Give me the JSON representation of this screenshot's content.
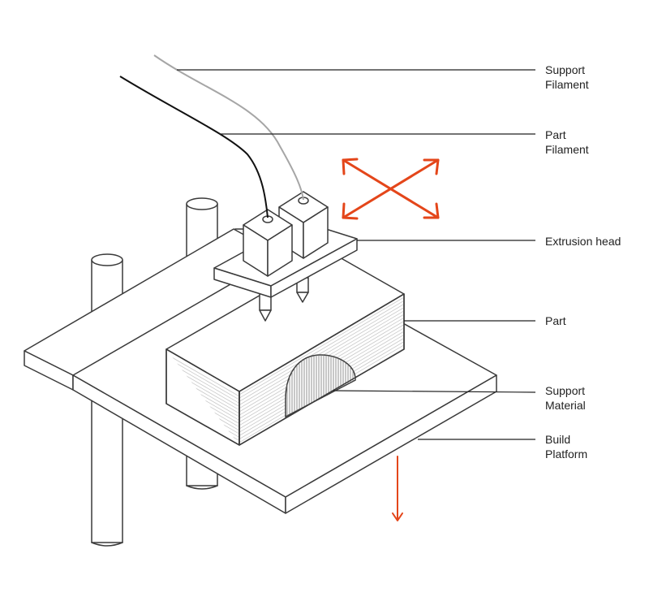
{
  "diagram": {
    "colors": {
      "line": "#3a3a3a",
      "part_filament": "#111111",
      "support_filament": "#a6a6a6",
      "motion_arrows": "#e4461a",
      "layer_lines": "#c9c9c9",
      "support_hatch": "#777777"
    },
    "labels": {
      "support_filament": [
        "Support",
        "Filament"
      ],
      "part_filament": [
        "Part",
        "Filament"
      ],
      "extrusion_head": [
        "Extrusion head"
      ],
      "part": [
        "Part"
      ],
      "support_material": [
        "Support",
        "Material"
      ],
      "build_platform": [
        "Build",
        "Platform"
      ]
    }
  }
}
